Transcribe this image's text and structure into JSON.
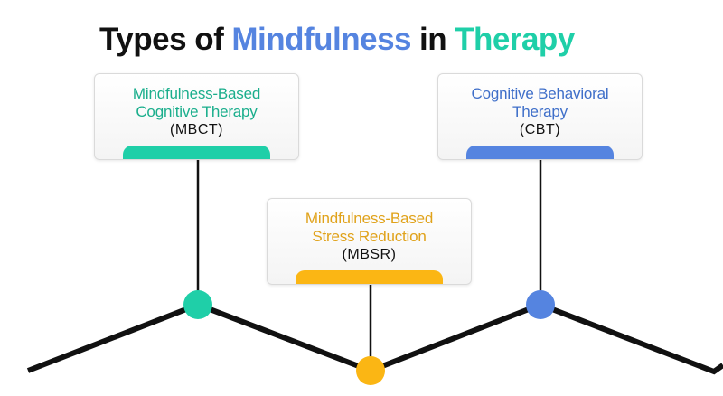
{
  "title": {
    "segments": [
      {
        "text": "Types of",
        "color": "#111111"
      },
      {
        "text": "Mindfulness",
        "color": "#5584e0"
      },
      {
        "text": "in",
        "color": "#111111"
      },
      {
        "text": "Therapy",
        "color": "#1fcfa8"
      }
    ]
  },
  "cards": [
    {
      "id": "mbct",
      "name_line1": "Mindfulness-Based",
      "name_line2": "Cognitive Therapy",
      "abbr": "(MBCT)",
      "color": "#1fcfa8",
      "text_color": "#1aae8c"
    },
    {
      "id": "mbsr",
      "name_line1": "Mindfulness-Based",
      "name_line2": "Stress Reduction",
      "abbr": "(MBSR)",
      "color": "#fbb614",
      "text_color": "#e0a21a"
    },
    {
      "id": "cbt",
      "name_line1": "Cognitive Behavioral",
      "name_line2": "Therapy",
      "abbr": "(CBT)",
      "color": "#5584e0",
      "text_color": "#3f6fc9"
    }
  ]
}
